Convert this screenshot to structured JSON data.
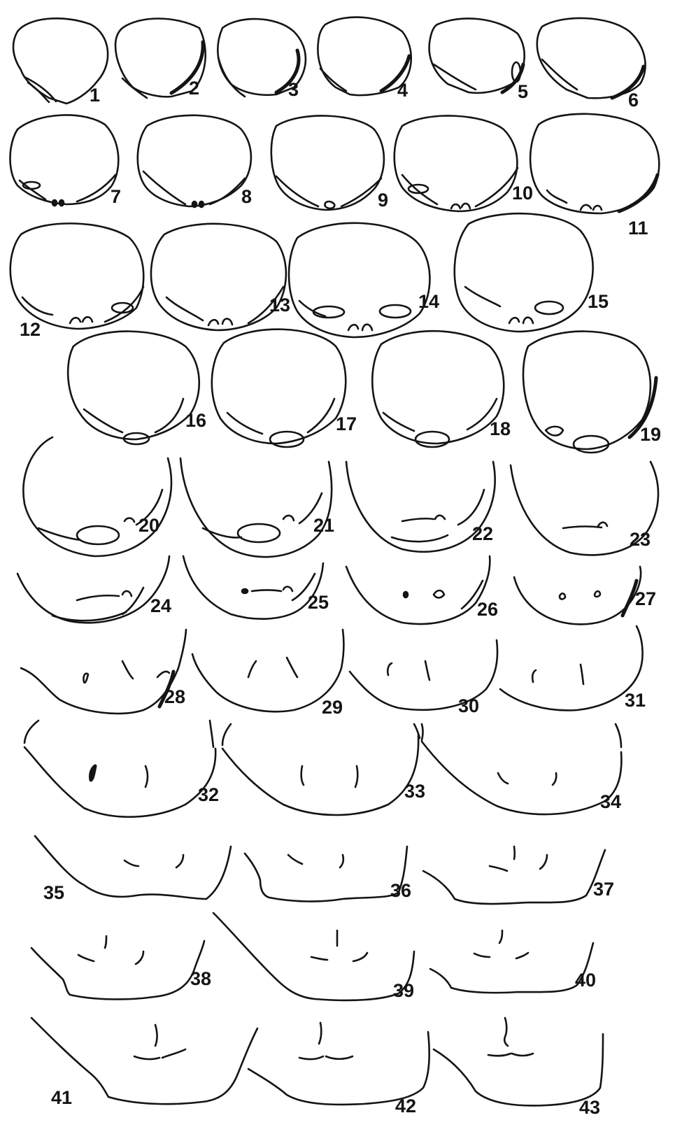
{
  "figure": {
    "background": "#ffffff",
    "ink": "#141414",
    "sections": [
      {
        "label": "1"
      },
      {
        "label": "2"
      },
      {
        "label": "3"
      },
      {
        "label": "4"
      },
      {
        "label": "5"
      },
      {
        "label": "6"
      },
      {
        "label": "7"
      },
      {
        "label": "8"
      },
      {
        "label": "9"
      },
      {
        "label": "10"
      },
      {
        "label": "11"
      },
      {
        "label": "12"
      },
      {
        "label": "13"
      },
      {
        "label": "14"
      },
      {
        "label": "15"
      },
      {
        "label": "16"
      },
      {
        "label": "17"
      },
      {
        "label": "18"
      },
      {
        "label": "19"
      },
      {
        "label": "20"
      },
      {
        "label": "21"
      },
      {
        "label": "22"
      },
      {
        "label": "23"
      },
      {
        "label": "24"
      },
      {
        "label": "25"
      },
      {
        "label": "26"
      },
      {
        "label": "27"
      },
      {
        "label": "28"
      },
      {
        "label": "29"
      },
      {
        "label": "30"
      },
      {
        "label": "31"
      },
      {
        "label": "32"
      },
      {
        "label": "33"
      },
      {
        "label": "34"
      },
      {
        "label": "35"
      },
      {
        "label": "36"
      },
      {
        "label": "37"
      },
      {
        "label": "38"
      },
      {
        "label": "39"
      },
      {
        "label": "40"
      },
      {
        "label": "41"
      },
      {
        "label": "42"
      },
      {
        "label": "43"
      }
    ]
  }
}
